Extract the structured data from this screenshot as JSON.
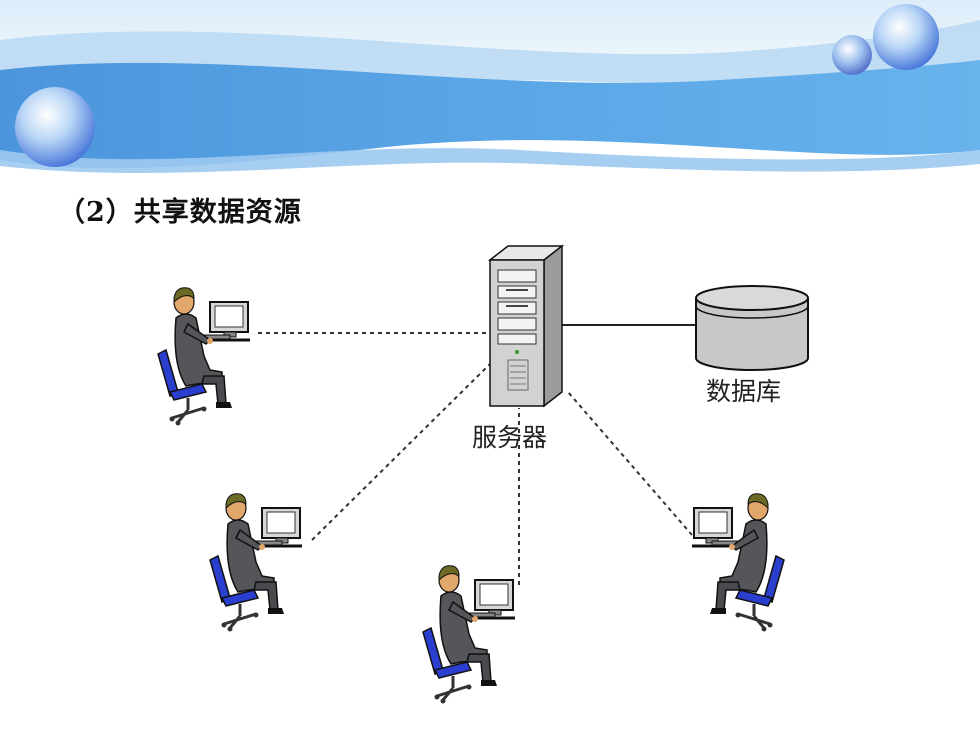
{
  "slide": {
    "title": "（2）共享数据资源"
  },
  "diagram": {
    "server_label": "服务器",
    "database_label": "数据库",
    "colors": {
      "banner_blue": "#5aa3e4",
      "chair_blue": "#2a3ed0",
      "suit_gray": "#55565a",
      "db_gray": "#c8c8c8",
      "link_dashed": "#333333"
    }
  }
}
